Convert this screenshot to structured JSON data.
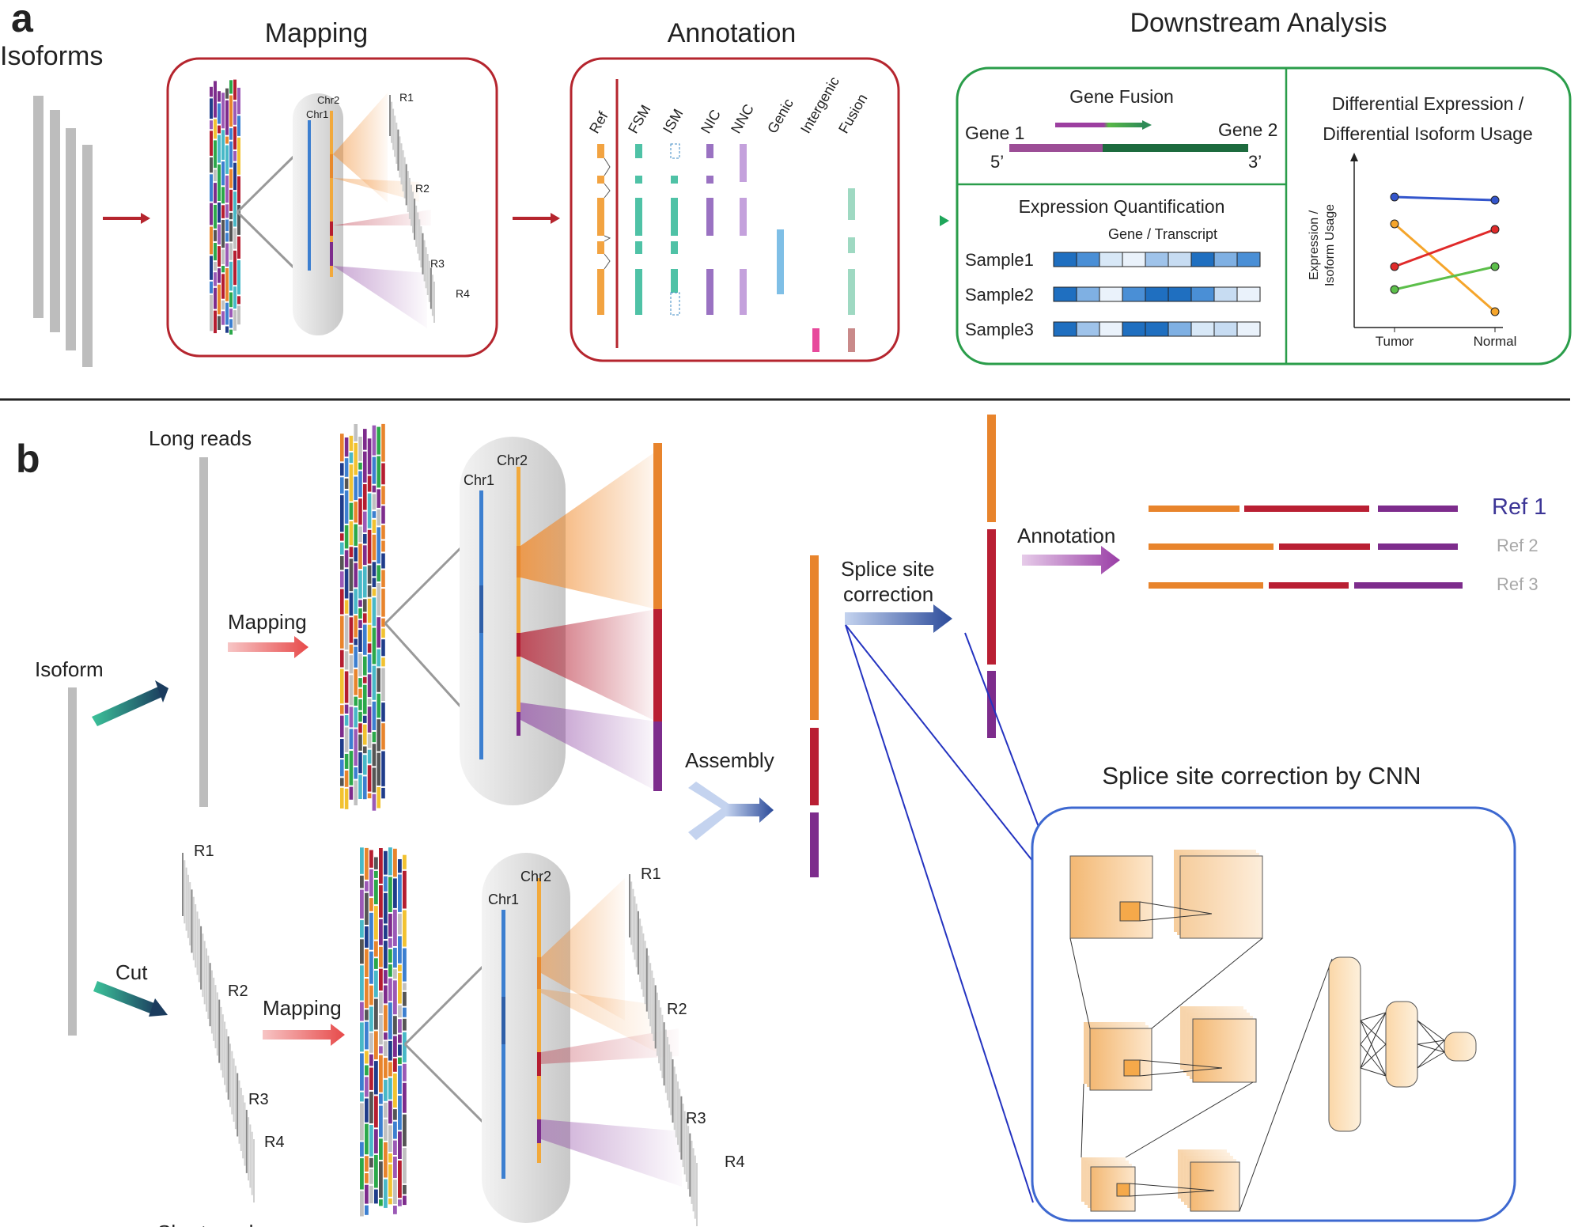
{
  "panel_a": {
    "letter": "a",
    "isoforms_label": "Isoforms",
    "mapping": {
      "title": "Mapping",
      "chr1": "Chr1",
      "chr2": "Chr2",
      "reads": [
        "R1",
        "R2",
        "R3",
        "R4"
      ]
    },
    "annotation": {
      "title": "Annotation",
      "columns": [
        "Ref",
        "FSM",
        "ISM",
        "NIC",
        "NNC",
        "Genic",
        "Intergenic",
        "Fusion"
      ]
    },
    "downstream": {
      "title": "Downstream Analysis",
      "gene_fusion": {
        "title": "Gene Fusion",
        "gene1": "Gene 1",
        "gene2": "Gene 2",
        "five_prime": "5’",
        "three_prime": "3’"
      },
      "expression": {
        "title": "Expression Quantification",
        "subtitle": "Gene / Transcript",
        "samples": [
          "Sample1",
          "Sample2",
          "Sample3"
        ]
      },
      "differential": {
        "title_line1": "Differential Expression /",
        "title_line2": "Differential Isoform Usage",
        "ylabel_line1": "Expression /",
        "ylabel_line2": "Isoform Usage",
        "x_categories": [
          "Tumor",
          "Normal"
        ]
      }
    }
  },
  "panel_b": {
    "letter": "b",
    "long_reads": "Long reads",
    "short_reads": "Short reads",
    "isoform": "Isoform",
    "cut": "Cut",
    "mapping_top": "Mapping",
    "mapping_bottom": "Mapping",
    "chr1": "Chr1",
    "chr2": "Chr2",
    "short_reads_labels": [
      "R1",
      "R2",
      "R3",
      "R4"
    ],
    "assembly": "Assembly",
    "splice_line1": "Splice site",
    "splice_line2": "correction",
    "annotation": "Annotation",
    "refs": [
      "Ref 1",
      "Ref 2",
      "Ref 3"
    ],
    "cnn_title": "Splice site correction by CNN"
  },
  "colors": {
    "red_box": "#b5252e",
    "green_box": "#2a9d4a",
    "blue_box": "#3d68d0",
    "orange": "#e8842c",
    "crimson": "#b91f33",
    "purple": "#7d2c8c",
    "gray_bar": "#bdbdbd"
  }
}
